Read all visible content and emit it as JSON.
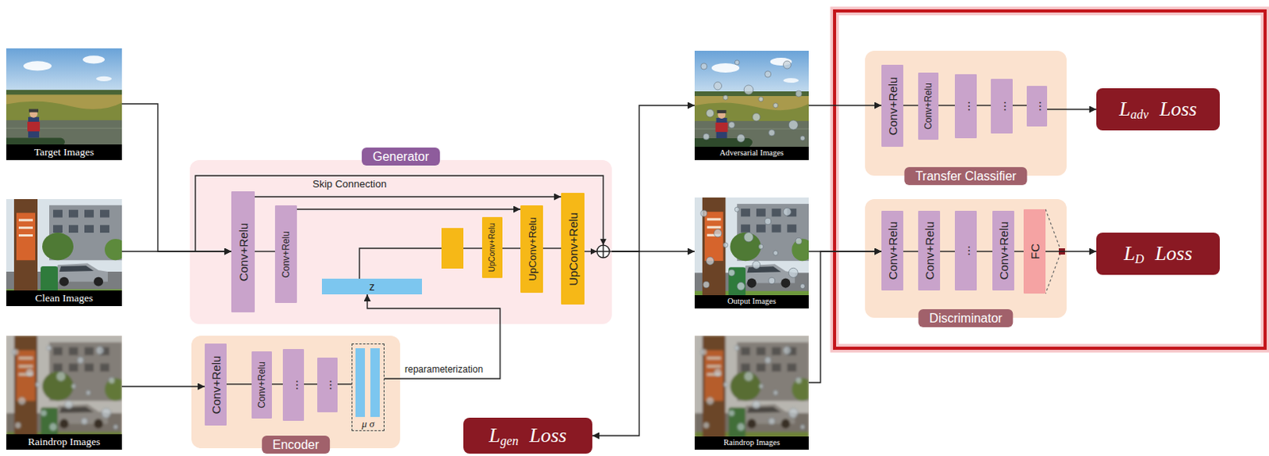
{
  "diagram": {
    "nodes": [
      {
        "text": [
          "Target Images"
        ]
      },
      {
        "text": [
          "Clean Images"
        ]
      },
      {
        "text": [
          "Raindrop Images"
        ]
      },
      {
        "text": [
          "Generator"
        ]
      },
      {
        "text": [
          "Conv+Relu"
        ],
        "in": 3
      },
      {
        "text": [
          "Conv+Relu"
        ],
        "in": 3
      },
      {
        "text": [
          "z"
        ],
        "in": 3
      },
      {
        "text": [
          "UpConv+Relu"
        ],
        "in": 3
      },
      {
        "text": [
          "UpConv+Relu"
        ],
        "in": 3
      },
      {
        "text": [
          "UpConv+Relu"
        ],
        "in": 3
      },
      {
        "text": [
          "Encoder"
        ]
      },
      {
        "text": [
          "Conv+Relu"
        ],
        "in": 10
      },
      {
        "text": [
          "Conv+Relu"
        ],
        "in": 10
      },
      {
        "text": [
          "..."
        ],
        "in": 10
      },
      {
        "text": [
          "..."
        ],
        "in": 10
      },
      {
        "text": [
          "μ σ"
        ],
        "in": 10
      },
      {
        "text": [
          "Adversarial Images"
        ]
      },
      {
        "text": [
          "Output Images"
        ]
      },
      {
        "text": [
          "Raindrop Images"
        ]
      },
      {
        "text": [
          "Transfer Classifier"
        ]
      },
      {
        "text": [
          "Conv+Relu"
        ],
        "in": 19
      },
      {
        "text": [
          "Conv+Relu"
        ],
        "in": 19
      },
      {
        "text": [
          "..."
        ],
        "in": 19
      },
      {
        "text": [
          "..."
        ],
        "in": 19
      },
      {
        "text": [
          "..."
        ],
        "in": 19
      },
      {
        "text": [
          "Discriminator"
        ]
      },
      {
        "text": [
          "Conv+Relu"
        ],
        "in": 25
      },
      {
        "text": [
          "Conv+Relu"
        ],
        "in": 25
      },
      {
        "text": [
          "..."
        ],
        "in": 25
      },
      {
        "text": [
          "Conv+Relu"
        ],
        "in": 25
      },
      {
        "text": [
          "FC"
        ],
        "in": 25
      },
      {
        "text": [
          "L",
          "adv",
          "Loss"
        ]
      },
      {
        "text": [
          "L",
          "D",
          "Loss"
        ]
      },
      {
        "text": [
          "L",
          "gen",
          "Loss"
        ]
      }
    ],
    "edges": [
      {
        "from": 0,
        "to": 4,
        "arrow": "to"
      },
      {
        "from": 1,
        "to": 4,
        "arrow": "to"
      },
      {
        "from": 4,
        "to": 5,
        "arrow": "none"
      },
      {
        "from": 4,
        "to": 9,
        "arrow": "to"
      },
      {
        "from": 5,
        "to": 8,
        "arrow": "to"
      },
      {
        "from": 7,
        "to": 8,
        "arrow": "none"
      },
      {
        "from": 8,
        "to": 9,
        "arrow": "none"
      },
      {
        "from": 2,
        "to": 11,
        "arrow": "to"
      },
      {
        "from": 11,
        "to": 12,
        "arrow": "none"
      },
      {
        "from": 12,
        "to": 13,
        "arrow": "none"
      },
      {
        "from": 13,
        "to": 14,
        "arrow": "none"
      },
      {
        "from": 14,
        "to": 15,
        "arrow": "none"
      },
      {
        "from": 15,
        "to": 6,
        "label": "reparameterization",
        "arrow": "to"
      },
      {
        "from": 3,
        "to": 17,
        "arrow": "to"
      },
      {
        "from": 3,
        "to": 16,
        "arrow": "to"
      },
      {
        "from": 3,
        "to": 33,
        "arrow": "to"
      },
      {
        "from": 16,
        "to": 20,
        "arrow": "to"
      },
      {
        "from": 20,
        "to": 21,
        "arrow": "none"
      },
      {
        "from": 21,
        "to": 22,
        "arrow": "none"
      },
      {
        "from": 22,
        "to": 23,
        "arrow": "none"
      },
      {
        "from": 23,
        "to": 24,
        "arrow": "none"
      },
      {
        "from": 24,
        "to": 31,
        "arrow": "to"
      },
      {
        "from": 17,
        "to": 26,
        "arrow": "to"
      },
      {
        "from": 18,
        "to": 26,
        "arrow": "to"
      },
      {
        "from": 26,
        "to": 27,
        "arrow": "none"
      },
      {
        "from": 27,
        "to": 28,
        "arrow": "none"
      },
      {
        "from": 28,
        "to": 29,
        "arrow": "none"
      },
      {
        "from": 29,
        "to": 30,
        "arrow": "none"
      },
      {
        "from": 30,
        "to": 32,
        "arrow": "to"
      }
    ],
    "labels": [
      "Skip Connection"
    ]
  }
}
